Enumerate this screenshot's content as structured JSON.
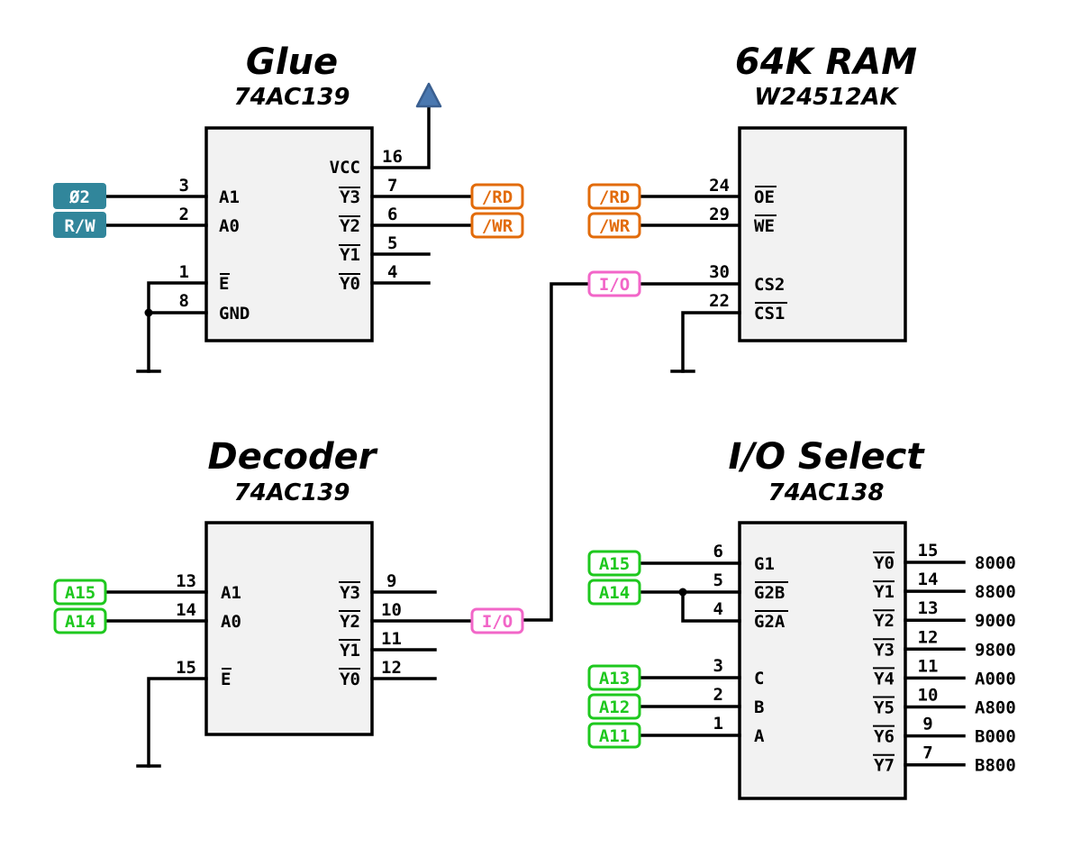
{
  "colors": {
    "input_label_bg": "#31869b",
    "input_label_text": "#ffffff",
    "rdwr_label": "#e26b0a",
    "io_label": "#f266c8",
    "addr_label": "#1ec81e",
    "vcc_symbol": "#4a78b0",
    "chip_fill": "#f2f2f2",
    "wire": "#000000"
  },
  "chips": {
    "glue": {
      "title": "Glue",
      "part": "74AC139",
      "left_pins": [
        {
          "num": "3",
          "name": "A1",
          "bar": false
        },
        {
          "num": "2",
          "name": "A0",
          "bar": false
        },
        {
          "num": "1",
          "name": "E",
          "bar": true
        },
        {
          "num": "8",
          "name": "GND",
          "bar": false
        }
      ],
      "right_pins": [
        {
          "num": "16",
          "name": "VCC",
          "bar": false
        },
        {
          "num": "7",
          "name": "Y3",
          "bar": true
        },
        {
          "num": "6",
          "name": "Y2",
          "bar": true
        },
        {
          "num": "5",
          "name": "Y1",
          "bar": true
        },
        {
          "num": "4",
          "name": "Y0",
          "bar": true
        }
      ]
    },
    "ram": {
      "title": "64K RAM",
      "part": "W24512AK",
      "left_pins": [
        {
          "num": "24",
          "name": "OE",
          "bar": true
        },
        {
          "num": "29",
          "name": "WE",
          "bar": true
        },
        {
          "num": "30",
          "name": "CS2",
          "bar": false
        },
        {
          "num": "22",
          "name": "CS1",
          "bar": true
        }
      ]
    },
    "decoder": {
      "title": "Decoder",
      "part": "74AC139",
      "left_pins": [
        {
          "num": "13",
          "name": "A1",
          "bar": false
        },
        {
          "num": "14",
          "name": "A0",
          "bar": false
        },
        {
          "num": "15",
          "name": "E",
          "bar": true
        }
      ],
      "right_pins": [
        {
          "num": "9",
          "name": "Y3",
          "bar": true
        },
        {
          "num": "10",
          "name": "Y2",
          "bar": true
        },
        {
          "num": "11",
          "name": "Y1",
          "bar": true
        },
        {
          "num": "12",
          "name": "Y0",
          "bar": true
        }
      ]
    },
    "ioselect": {
      "title": "I/O Select",
      "part": "74AC138",
      "left_pins": [
        {
          "num": "6",
          "name": "G1",
          "bar": false
        },
        {
          "num": "5",
          "name": "G2B",
          "bar": true
        },
        {
          "num": "4",
          "name": "G2A",
          "bar": true
        },
        {
          "num": "3",
          "name": "C",
          "bar": false
        },
        {
          "num": "2",
          "name": "B",
          "bar": false
        },
        {
          "num": "1",
          "name": "A",
          "bar": false
        }
      ],
      "right_pins": [
        {
          "num": "15",
          "name": "Y0",
          "bar": true,
          "addr": "8000"
        },
        {
          "num": "14",
          "name": "Y1",
          "bar": true,
          "addr": "8800"
        },
        {
          "num": "13",
          "name": "Y2",
          "bar": true,
          "addr": "9000"
        },
        {
          "num": "12",
          "name": "Y3",
          "bar": true,
          "addr": "9800"
        },
        {
          "num": "11",
          "name": "Y4",
          "bar": true,
          "addr": "A000"
        },
        {
          "num": "10",
          "name": "Y5",
          "bar": true,
          "addr": "A800"
        },
        {
          "num": "9",
          "name": "Y6",
          "bar": true,
          "addr": "B000"
        },
        {
          "num": "7",
          "name": "Y7",
          "bar": true,
          "addr": "B800"
        }
      ]
    }
  },
  "net_labels": {
    "phi2": "Ø2",
    "rw": "R/W",
    "rd": "/RD",
    "wr": "/WR",
    "io": "I/O",
    "a15": "A15",
    "a14": "A14",
    "a13": "A13",
    "a12": "A12",
    "a11": "A11"
  }
}
